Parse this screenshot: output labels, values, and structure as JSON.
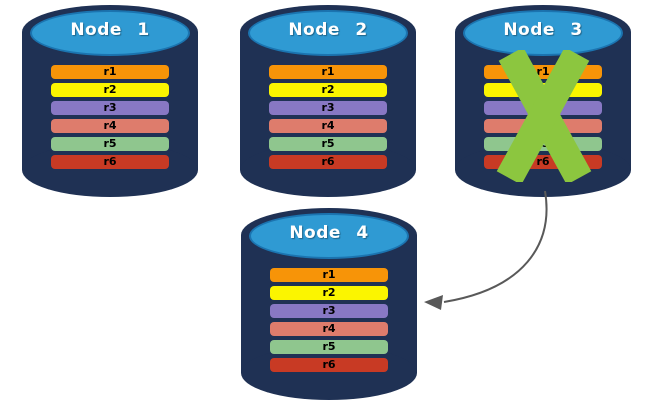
{
  "diagram": {
    "nodes": [
      {
        "label": "Node 1",
        "failed": false,
        "rows": [
          "r1",
          "r2",
          "r3",
          "r4",
          "r5",
          "r6"
        ]
      },
      {
        "label": "Node 2",
        "failed": false,
        "rows": [
          "r1",
          "r2",
          "r3",
          "r4",
          "r5",
          "r6"
        ]
      },
      {
        "label": "Node 3",
        "failed": true,
        "rows": [
          "r1",
          "r2",
          "r3",
          "r4",
          "r5",
          "r6"
        ]
      },
      {
        "label": "Node 4",
        "failed": false,
        "rows": [
          "r1",
          "r2",
          "r3",
          "r4",
          "r5",
          "r6"
        ]
      }
    ],
    "arrow": {
      "from": "Node 3",
      "to": "Node 4"
    },
    "colors": {
      "cylinder_body": "#1f3154",
      "cylinder_cap": "#2f9ad3",
      "cap_border": "#1b74b0",
      "row_colors": [
        "#f79408",
        "#fbf500",
        "#8878c4",
        "#de7c6c",
        "#8fc68e",
        "#c83a24"
      ],
      "failure_x": "#8cc63f",
      "arrow": "#595959",
      "title_text": "#ffffff",
      "row_text": "#000000"
    }
  }
}
